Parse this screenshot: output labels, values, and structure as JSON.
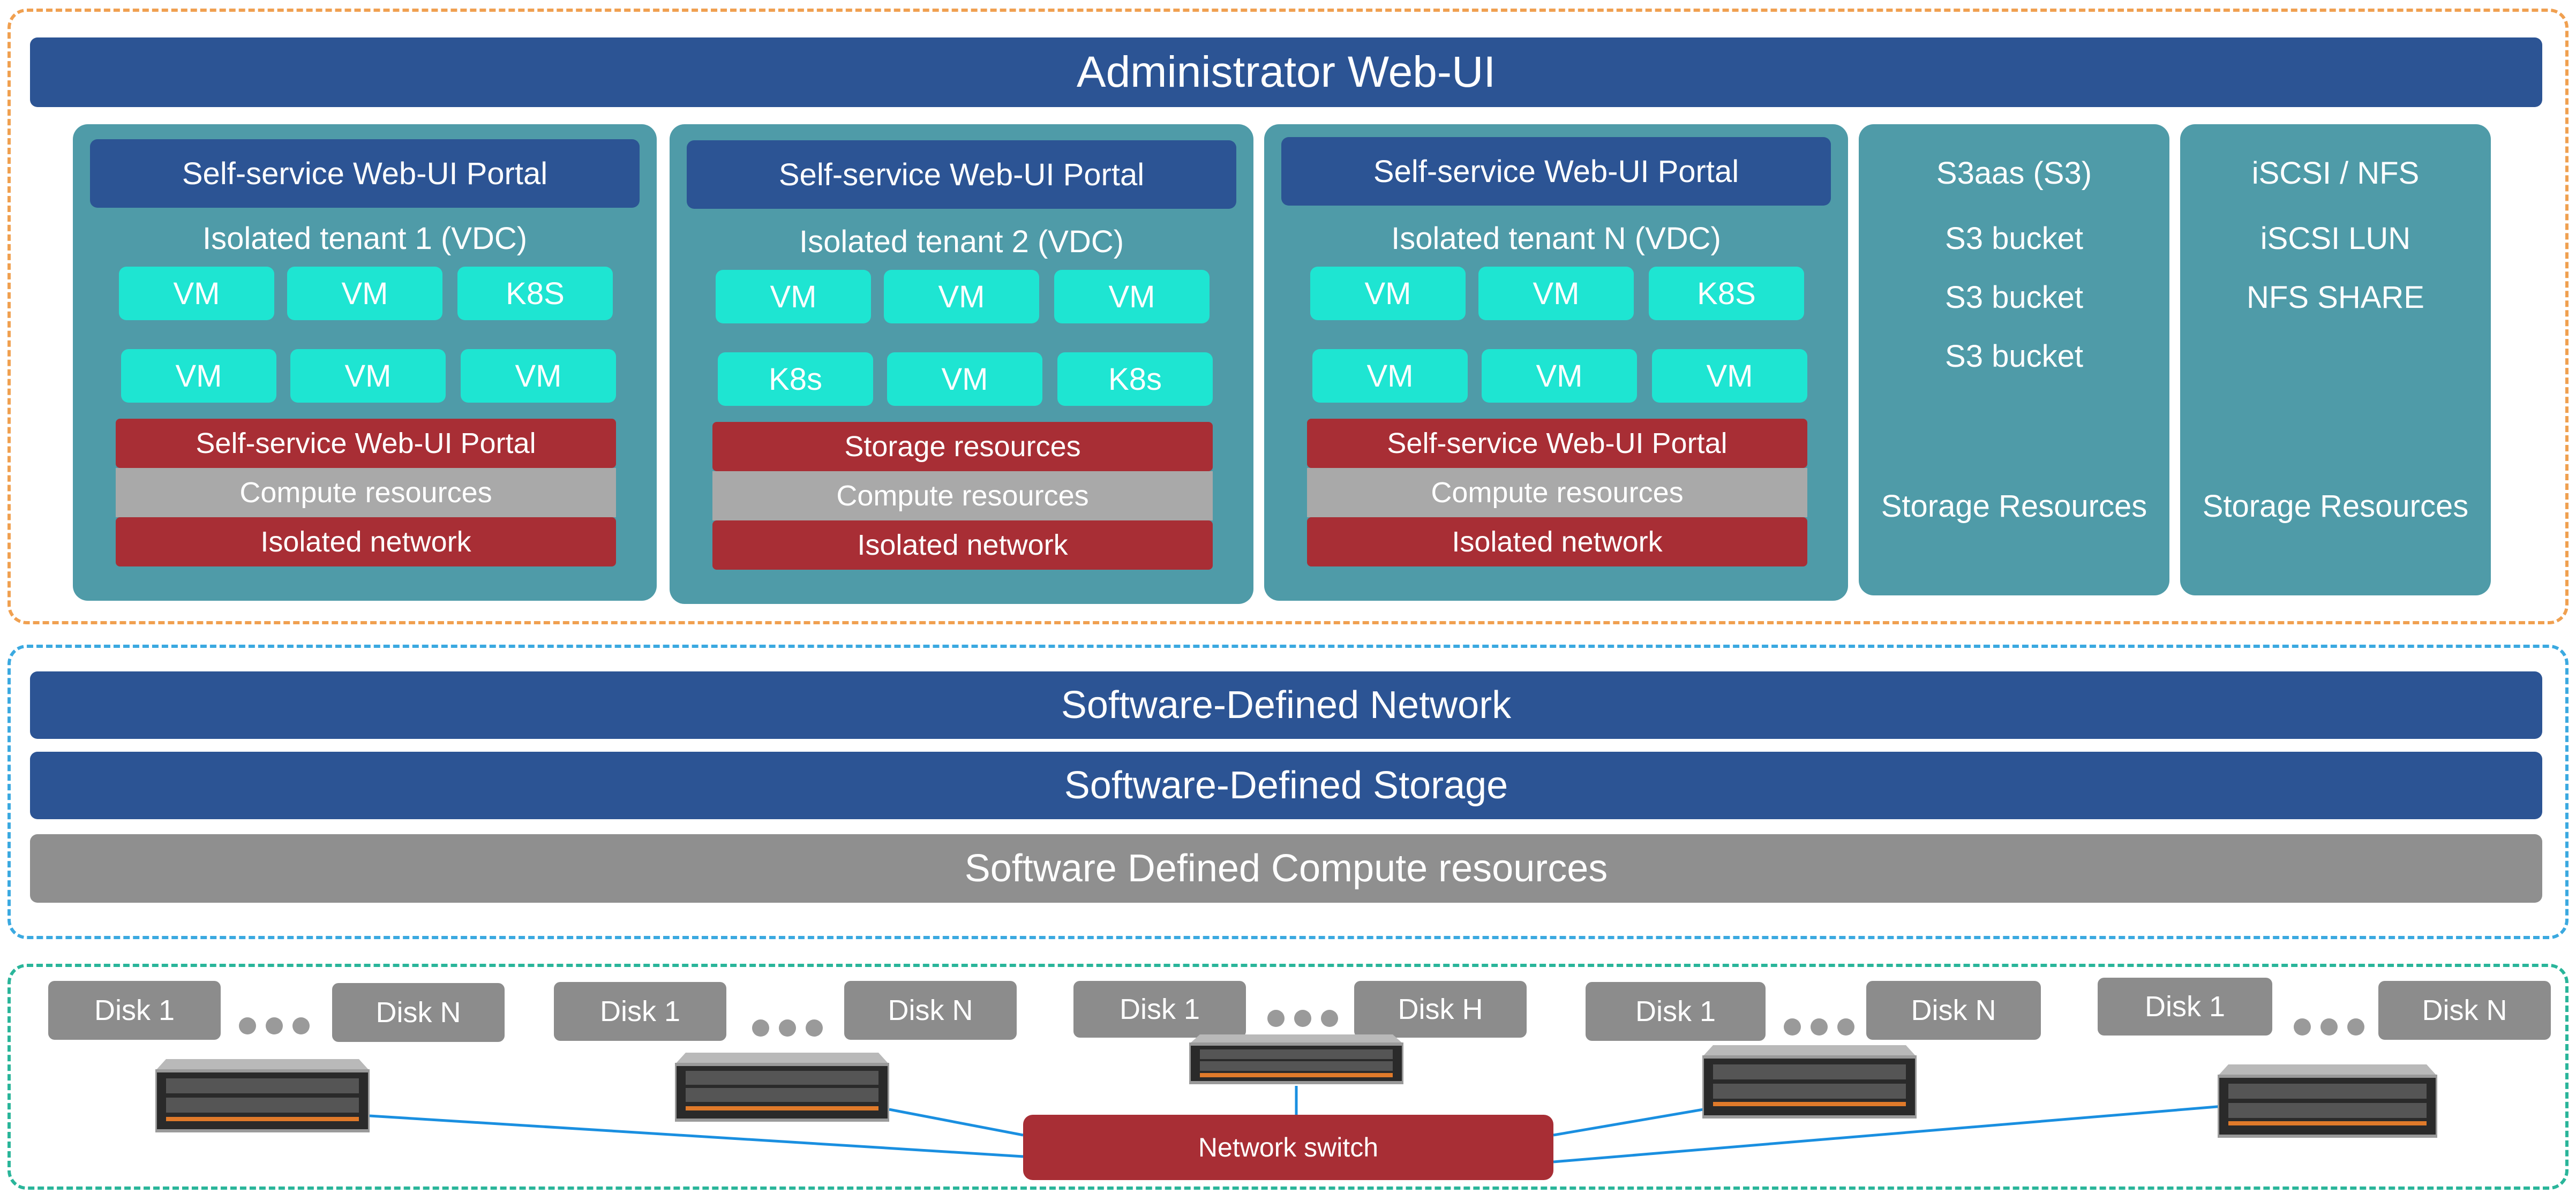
{
  "admin": {
    "title": "Administrator Web-UI"
  },
  "tenants": [
    {
      "portal": "Self-service Web-UI Portal",
      "name": "Isolated tenant 1 (VDC)",
      "row1": [
        "VM",
        "VM",
        "K8S"
      ],
      "row2": [
        "VM",
        "VM",
        "VM"
      ],
      "layers": [
        "Self-service Web-UI Portal",
        "Compute resources",
        "Isolated network"
      ]
    },
    {
      "portal": "Self-service Web-UI Portal",
      "name": "Isolated tenant 2 (VDC)",
      "row1": [
        "VM",
        "VM",
        "VM"
      ],
      "row2": [
        "K8s",
        "VM",
        "K8s"
      ],
      "layers": [
        "Storage resources",
        "Compute resources",
        "Isolated network"
      ]
    },
    {
      "portal": "Self-service Web-UI Portal",
      "name": "Isolated tenant N (VDC)",
      "row1": [
        "VM",
        "VM",
        "K8S"
      ],
      "row2": [
        "VM",
        "VM",
        "VM"
      ],
      "layers": [
        "Self-service Web-UI Portal",
        "Compute resources",
        "Isolated network"
      ]
    }
  ],
  "s3": {
    "title": "S3aas (S3)",
    "items": [
      "S3 bucket",
      "S3 bucket",
      "S3 bucket"
    ],
    "footer": "Storage Resources"
  },
  "iscsi": {
    "title": "iSCSI / NFS",
    "items": [
      "iSCSI LUN",
      "NFS SHARE"
    ],
    "footer": "Storage Resources"
  },
  "software": {
    "network": "Software-Defined Network",
    "storage": "Software-Defined Storage",
    "compute": "Software Defined Compute resources"
  },
  "hardware": {
    "servers": [
      {
        "disk_first": "Disk 1",
        "disk_last": "Disk N"
      },
      {
        "disk_first": "Disk 1",
        "disk_last": "Disk N"
      },
      {
        "disk_first": "Disk 1",
        "disk_last": "Disk H"
      },
      {
        "disk_first": "Disk 1",
        "disk_last": "Disk N"
      },
      {
        "disk_first": "Disk 1",
        "disk_last": "Disk N"
      }
    ],
    "switch": "Network switch"
  },
  "colors": {
    "navy": "#2c5494",
    "teal": "#4f9ba8",
    "cyan": "#1ee5d2",
    "red": "#a82e35",
    "grey": "#a9a9a9",
    "orange_border": "#f0a050",
    "blue_border": "#3ba9e0",
    "green_border": "#2ab59a",
    "link": "#1a8fe0"
  }
}
